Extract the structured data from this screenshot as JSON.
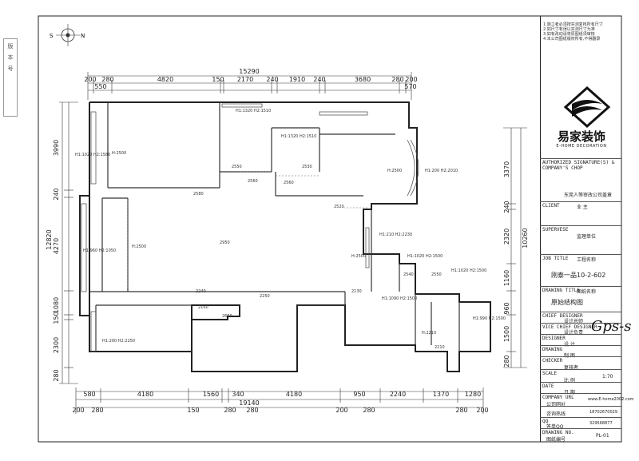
{
  "side_strip": [
    "版",
    "本",
    "号"
  ],
  "compass": {
    "s": "S",
    "n": "N"
  },
  "dims_top_total": "15290",
  "dims_top_row1": [
    "200",
    "280",
    "4820",
    "150",
    "2170",
    "240",
    "1910",
    "240",
    "3680",
    "280",
    "200"
  ],
  "dims_top_row2": [
    "550",
    "570"
  ],
  "dims_bottom_row1": [
    "580",
    "4180",
    "1560",
    "340",
    "4180",
    "950",
    "2240",
    "1370",
    "1280"
  ],
  "dims_bottom_total": "19140",
  "dims_bottom_row2": [
    "200",
    "280",
    "150",
    "280",
    "280",
    "200",
    "280",
    "280",
    "200"
  ],
  "dims_left": [
    "3990",
    "240",
    "4270",
    "12820",
    "150",
    "1080",
    "2300",
    "280"
  ],
  "dims_right": [
    "3370",
    "240",
    "2320",
    "10260",
    "1160",
    "960",
    "1500",
    "280"
  ],
  "room_labels": [
    "H1:1020 H2:1580",
    "H:2500",
    "H1:1320 H2:1510",
    "H1:1320 H2:1510",
    "H:2500",
    "H1:200 H2:2010",
    "H1:960 H2:1050",
    "H:2500",
    "H:2500",
    "H1:210 H2:2230",
    "H1:1020 H2:1500",
    "H1:1020 H2:1500",
    "H1:1090 H2:1500",
    "H1:200 H2:2250",
    "H:2210",
    "H1:990 H2:1500"
  ],
  "level_marks": [
    "2550",
    "2530",
    "2580",
    "2560",
    "2520",
    "2950",
    "2560",
    "2160",
    "2240",
    "2250",
    "2130",
    "2540",
    "2650",
    "2550",
    "2210"
  ],
  "title_block": {
    "notes": [
      "1.施工者必须按实测复核所有尺寸",
      "2.如尺寸有误以实测尺寸为准",
      "3.如有改动请将原图纸须审核",
      "4.本公司图纸版权所有,不得翻录"
    ],
    "brand_cn": "易家装饰",
    "brand_en": "E-HOME DECORATION",
    "authorized_label": "AUTHORIZED SIGNATURE(S) & COMPANY'S CHOP",
    "authorized_val": "东莞人等审改公司盖章",
    "client_label": "CLIENT",
    "client_val": "业 主",
    "supervise_label": "SUPERVESE",
    "supervise_val": "监理单位",
    "job_label": "JOB TITLE",
    "job_val": "工程名称",
    "job_name": "刚泰一品10-2-602",
    "drawing_title_label": "DRAWING TITLE",
    "drawing_title_val": "图纸名称",
    "drawing_name": "原始结构图",
    "chief_designer_label": "CHIEF DESIGNER",
    "chief_designer_val": "设计总师",
    "vice_chief_label": "VICE CHIEF DESIGNER",
    "vice_chief_val": "设计负责",
    "designer_label": "DESIGNER",
    "designer_val": "设 计",
    "drawing_label": "DRAWING",
    "drawing_val": "制 图",
    "checker_label": "CHECKER",
    "checker_val": "复核者",
    "scale_label": "SCALE",
    "scale_val": "比 例",
    "scale_num": "1:70",
    "date_label": "DATE",
    "date_val": "日 期",
    "company_url_label": "COMPANY URL",
    "company_url_val": "公司网址",
    "company_url": "www.E-home2002.com",
    "hotline_val": "咨询热线",
    "hotline": "18702670029",
    "qq_label": "QQ",
    "qq_val": "答单QQ",
    "qq": "329568877",
    "drawing_no_label": "DRAWING NO.",
    "drawing_no_val": "图纸编号",
    "drawing_no": "PL-01",
    "signature": "Gps-s"
  }
}
